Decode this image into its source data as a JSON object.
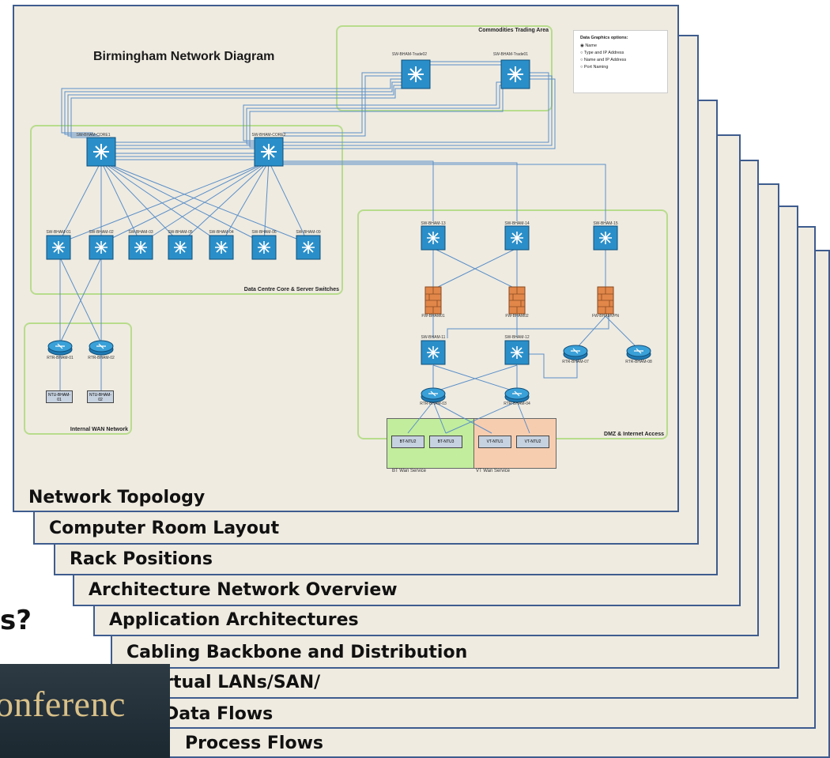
{
  "question_fragment": "s?",
  "banner_text": "onferenc",
  "stack_labels": [
    "Process Flows",
    "Data Flows",
    "Virtual LANs/SAN/",
    "Cabling Backbone and Distribution",
    "Application Architectures",
    "Architecture Network Overview",
    "Rack Positions",
    "Computer Room Layout"
  ],
  "top_card": {
    "label": "Network Topology",
    "diagram": {
      "title": "Birmingham Network Diagram",
      "zones": {
        "commodities": "Commodities Trading Area",
        "datacentre": "Data Centre Core & Server Switches",
        "wan": "Internal WAN Network",
        "dmz": "DMZ & Internet Access"
      },
      "legend": {
        "heading": "Data Graphics options:",
        "options": [
          "Name",
          "Type and IP Address",
          "Name and IP Address",
          "Port Naming"
        ]
      },
      "devices": {
        "trade02": "SW-BHAM-Trade02",
        "trade01": "SW-BHAM-Trade01",
        "core1": "SW-BHAM-CORE1",
        "core2": "SW-BHAM-CORE2",
        "sw01": "SW-BHAM-01",
        "sw02": "SW-BHAM-02",
        "sw03": "SW-BHAM-03",
        "sw05": "SW-BHAM-05",
        "sw04": "SW-BHAM-04",
        "sw06": "SW-BHAM-06",
        "sw09": "SW-BHAM-09",
        "rtr01": "RTR-BHAM-01",
        "rtr02": "RTR-BHAM-02",
        "ntu01": "NTU-BHAM-01",
        "ntu02": "NTU-BHAM-02",
        "sw13": "SW-BHAM-13",
        "sw14": "SW-BHAM-14",
        "sw15": "SW-BHAM-15",
        "fw01": "FW-BHAM01",
        "fw02": "FW-BHAM02",
        "fwvpn": "FW-BHAMVPN",
        "sw11": "SW-BHAM-11",
        "sw12": "SW-BHAM-12",
        "rtr07": "RTR-BHAM-07",
        "rtr08": "RTR-BHAM-08",
        "rtr03": "RTR-BHAM-03",
        "rtr04": "RTR-BHAM-04",
        "btntu2": "BT-NTU2",
        "btntu3": "BT-NTU3",
        "vtntu1": "VT-NTU1",
        "vtntu2": "VT-NTU2"
      },
      "services": {
        "bt": "BT Wan Service",
        "vt": "VT Wan Service"
      }
    }
  },
  "colors": {
    "card_border": "#3e5c8e",
    "card_fill": "#efebe1",
    "zone_border": "#b8dc8c",
    "switch_fill": "#2a8fc9",
    "firewall_fill": "#e2874a",
    "link_color": "#5b8fc7",
    "bt_fill": "#c2ed9c",
    "vt_fill": "#f7cdb0",
    "banner_text": "#d9c189"
  }
}
